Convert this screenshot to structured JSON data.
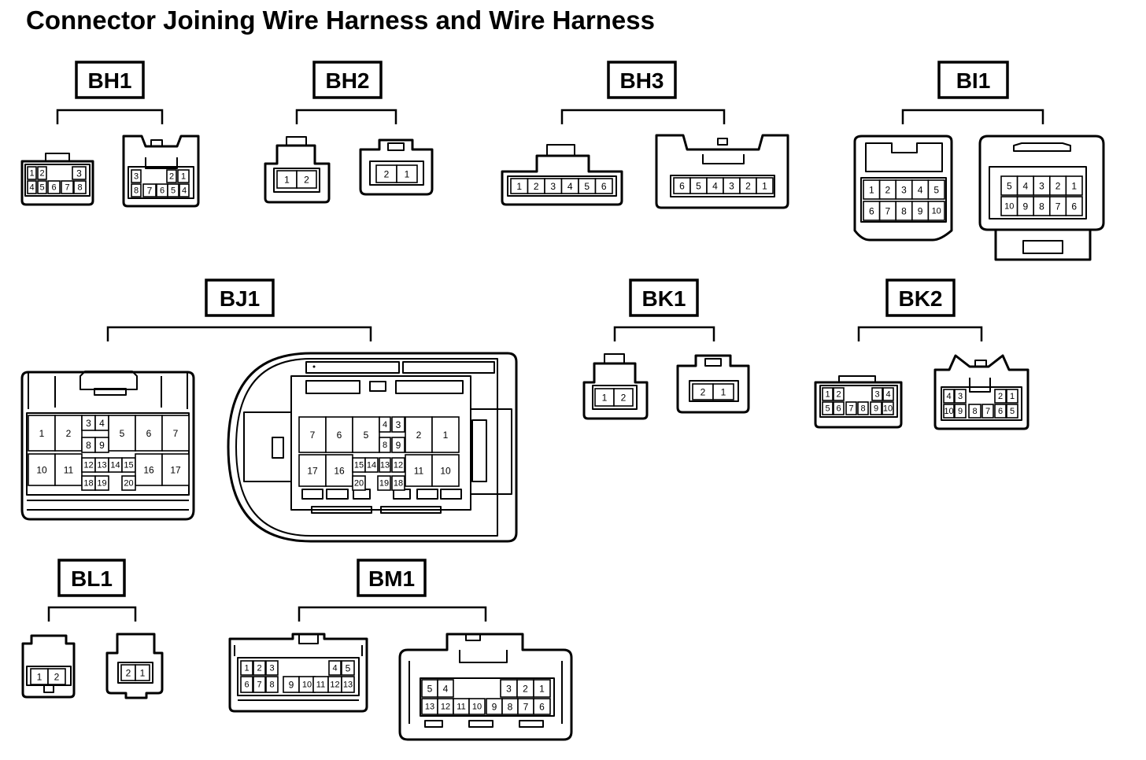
{
  "title": "Connector Joining Wire Harness and Wire Harness",
  "labels": {
    "bh1": "BH1",
    "bh2": "BH2",
    "bh3": "BH3",
    "bi1": "BI1",
    "bj1": "BJ1",
    "bk1": "BK1",
    "bk2": "BK2",
    "bl1": "BL1",
    "bm1": "BM1"
  },
  "pins": {
    "bh1_l": [
      "1",
      "2",
      "3",
      "4",
      "5",
      "6",
      "7",
      "8"
    ],
    "bh1_r": [
      "3",
      "2",
      "1",
      "8",
      "7",
      "6",
      "5",
      "4"
    ],
    "bh2_l": [
      "1",
      "2"
    ],
    "bh2_r": [
      "2",
      "1"
    ],
    "bh3_l": [
      "1",
      "2",
      "3",
      "4",
      "5",
      "6"
    ],
    "bh3_r": [
      "6",
      "5",
      "4",
      "3",
      "2",
      "1"
    ],
    "bi1_l": [
      "1",
      "2",
      "3",
      "4",
      "5",
      "6",
      "7",
      "8",
      "9",
      "10"
    ],
    "bi1_r": [
      "5",
      "4",
      "3",
      "2",
      "1",
      "10",
      "9",
      "8",
      "7",
      "6"
    ],
    "bj1_l": [
      "1",
      "2",
      "3",
      "4",
      "5",
      "6",
      "7",
      "8",
      "9",
      "10",
      "11",
      "12",
      "13",
      "14",
      "15",
      "16",
      "17",
      "18",
      "19",
      "20"
    ],
    "bj1_r": [
      "7",
      "6",
      "5",
      "4",
      "3",
      "2",
      "1",
      "8",
      "9",
      "17",
      "16",
      "15",
      "14",
      "13",
      "12",
      "11",
      "10",
      "20",
      "19",
      "18"
    ],
    "bk1_l": [
      "1",
      "2"
    ],
    "bk1_r": [
      "2",
      "1"
    ],
    "bk2_l": [
      "1",
      "2",
      "3",
      "4",
      "5",
      "6",
      "7",
      "8",
      "9",
      "10"
    ],
    "bk2_r": [
      "4",
      "3",
      "2",
      "1",
      "10",
      "9",
      "8",
      "7",
      "6",
      "5"
    ],
    "bl1_l": [
      "1",
      "2"
    ],
    "bl1_r": [
      "2",
      "1"
    ],
    "bm1_l": [
      "1",
      "2",
      "3",
      "4",
      "5",
      "6",
      "7",
      "8",
      "9",
      "10",
      "11",
      "12",
      "13"
    ],
    "bm1_r": [
      "5",
      "4",
      "3",
      "2",
      "1",
      "13",
      "12",
      "11",
      "10",
      "9",
      "8",
      "7",
      "6"
    ]
  }
}
